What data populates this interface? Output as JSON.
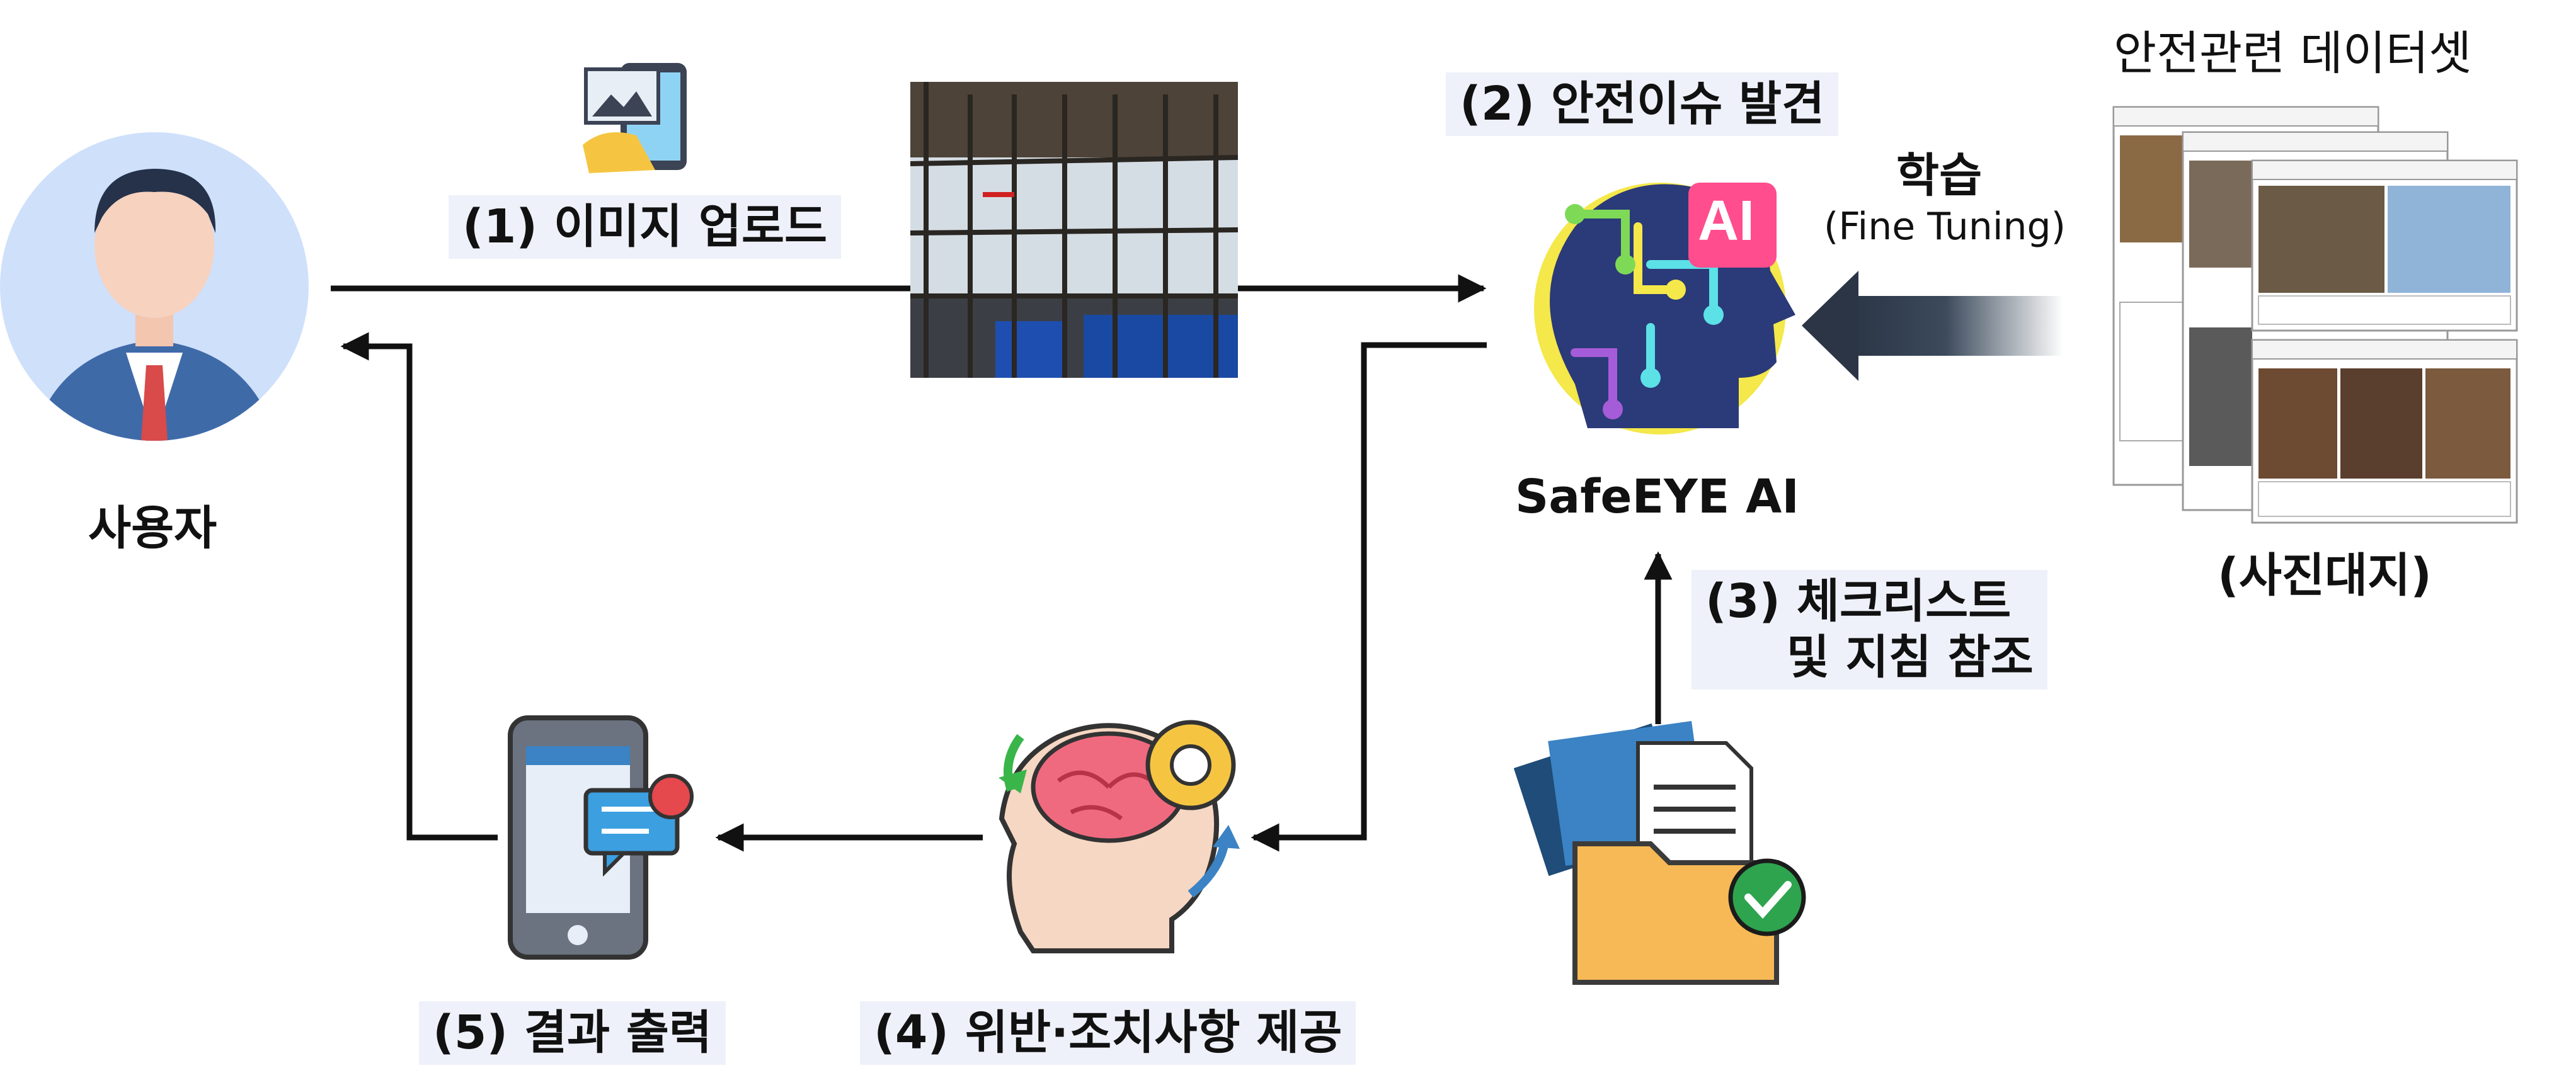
{
  "nodes": {
    "user": "사용자",
    "safeeye": "SafeEYE AI",
    "dataset_title": "안전관련 데이터셋",
    "dataset_caption": "(사진대지)",
    "ai_badge": "AI"
  },
  "steps": {
    "upload": "(1) 이미지 업로드",
    "detect": "(2) 안전이슈 발견",
    "checklist": "(3) 체크리스트\n     및 지침 참조",
    "provide": "(4) 위반·조치사항 제공",
    "output": "(5) 결과 출력"
  },
  "training": {
    "label": "학습",
    "sublabel": "(Fine Tuning)"
  },
  "colors": {
    "arrow": "#111111",
    "label_bg": "#eef1f9",
    "ai_circle": "#2b3a78",
    "user_circle": "#cfe0fb",
    "folder": "#f7b955",
    "check": "#2ea44f"
  }
}
